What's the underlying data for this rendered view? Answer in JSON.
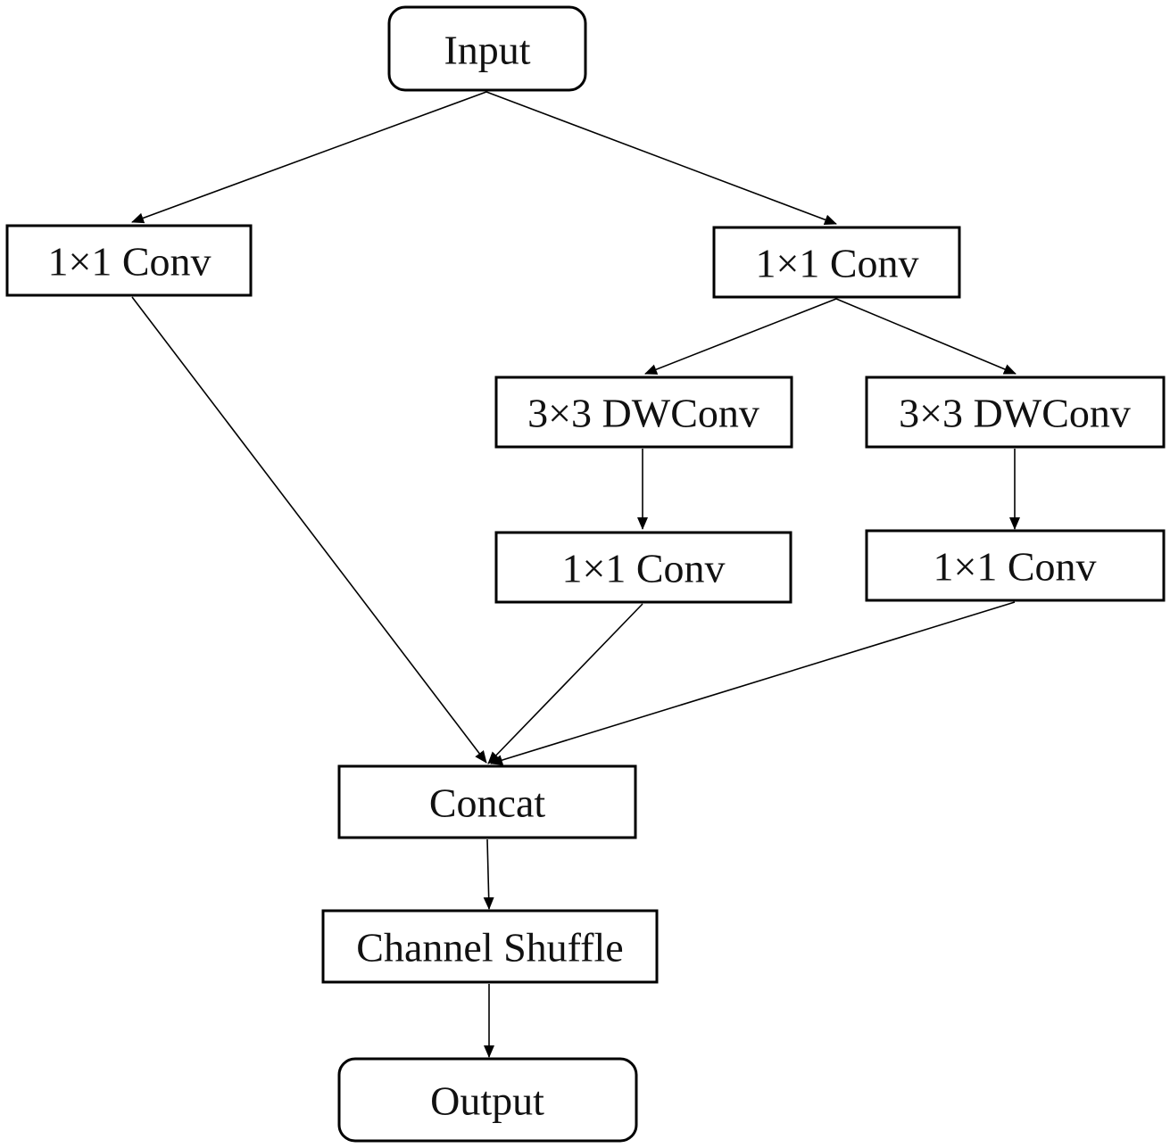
{
  "nodes": {
    "input": "Input",
    "conv_left": "1×1 Conv",
    "conv_right": "1×1 Conv",
    "dwconv_a": "3×3 DWConv",
    "dwconv_b": "3×3 DWConv",
    "conv_a": "1×1 Conv",
    "conv_b": "1×1 Conv",
    "concat": "Concat",
    "channel_shuffle": "Channel Shuffle",
    "output": "Output"
  }
}
